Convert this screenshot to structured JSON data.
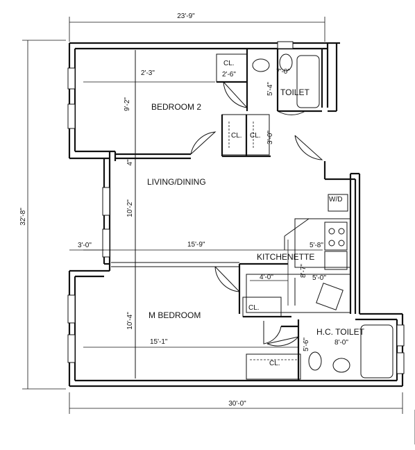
{
  "rooms": {
    "bedroom2": "BEDROOM 2",
    "living_dining": "LIVING/DINING",
    "m_bedroom": "M BEDROOM",
    "kitchenette": "KITCHENETTE",
    "toilet": "TOILET",
    "hc_toilet": "H.C. TOILET",
    "wd": "W/D",
    "closet": "CL."
  },
  "dimensions": {
    "overall_width_top": "23'-9\"",
    "overall_width_bottom": "30'-0\"",
    "overall_height": "32'-8\"",
    "bedroom2_width": "2'-3\"",
    "bedroom2_closet": "2'-6\"",
    "toilet_width": "7'-0\"",
    "toilet_depth": "5'-4\"",
    "bedroom2_depth": "9'-2\"",
    "hall_closet": "3'-0\"",
    "living_gap": "4\"",
    "living_depth": "10'-2\"",
    "living_width": "15'-9\"",
    "offset_left": "3'-0\"",
    "kitchen_depth_a": "5'-8\"",
    "kitchen_width": "4'-0\"",
    "kitchen_depth_b": "8'-7\"",
    "kitchen_counter": "5'-0\"",
    "mbed_depth": "10'-4\"",
    "mbed_width": "15'-1\"",
    "hc_closet": "5'-6\"",
    "hc_width": "8'-0\""
  }
}
